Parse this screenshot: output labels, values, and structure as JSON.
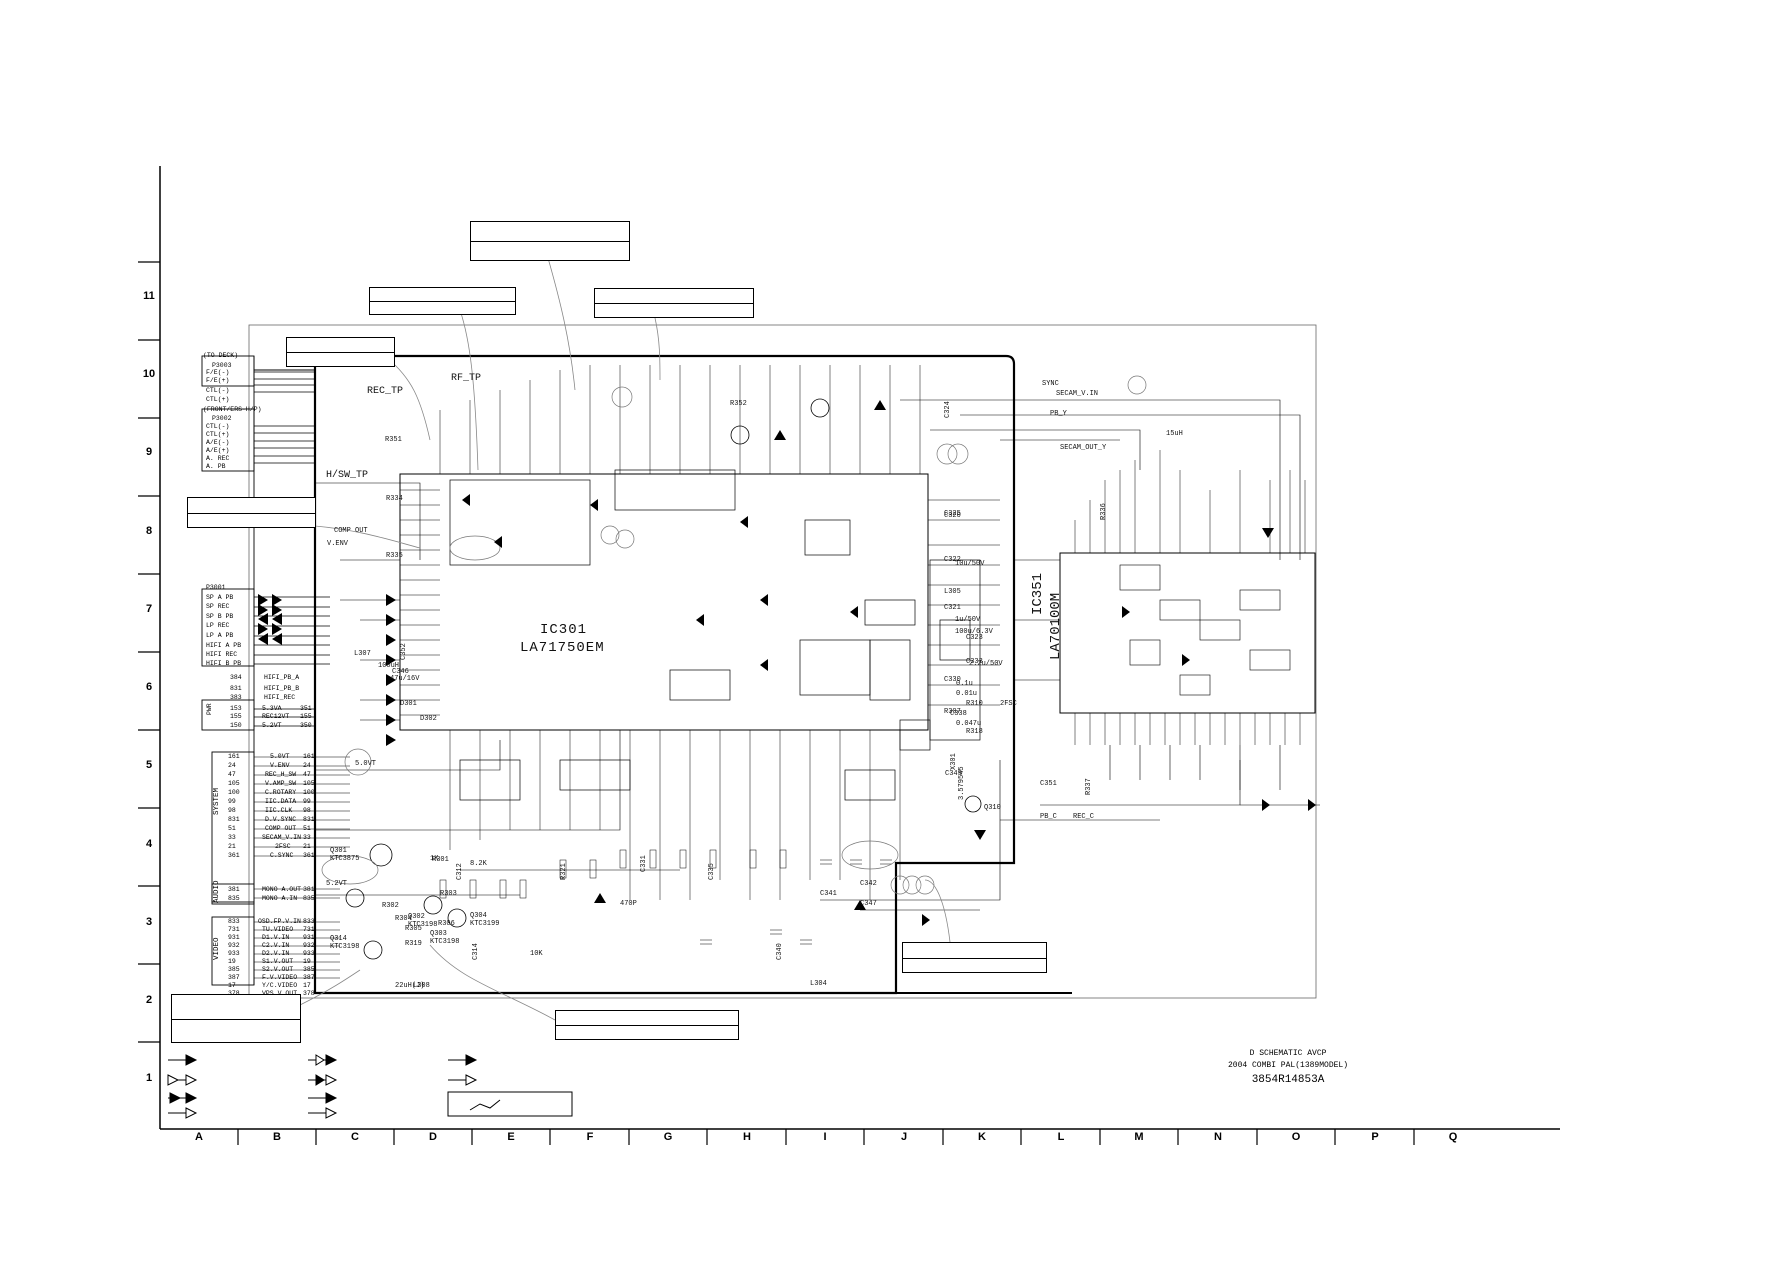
{
  "grid": {
    "rows": [
      "11",
      "10",
      "9",
      "8",
      "7",
      "6",
      "5",
      "4",
      "3",
      "2",
      "1"
    ],
    "columns": [
      "A",
      "B",
      "C",
      "D",
      "E",
      "F",
      "G",
      "H",
      "I",
      "J",
      "K",
      "L",
      "M",
      "N",
      "O",
      "P",
      "Q"
    ]
  },
  "ics": {
    "main_ref": "IC301",
    "main_part": "LA71750EM",
    "secam_ref": "IC351",
    "secam_part": "LA70100M"
  },
  "test_points": [
    "REC_TP",
    "RF_TP",
    "H/SW_TP"
  ],
  "connectors": {
    "p3003": {
      "header": "(TO DECK)",
      "ref": "P3003",
      "pins": [
        "F/E(-)",
        "F/E(+)",
        "CTL(-)",
        "CTL(+)"
      ]
    },
    "p3002": {
      "header": "(FRONT/ERS-H/P)",
      "ref": "P3002",
      "pins": [
        "CTL(-)",
        "CTL(+)",
        "A/E(-)",
        "A/E(+)",
        "A. REC",
        "A. PB"
      ]
    },
    "p3001": {
      "ref": "P3001",
      "pins": [
        "SP A PB",
        "SP REC",
        "SP B PB",
        "LP REC",
        "LP A PB",
        "HIFI A PB",
        "HIFI REC",
        "HIFI B PB"
      ]
    },
    "pwr": {
      "group": "PWR",
      "rows": [
        {
          "num": "384",
          "label": "HIFI_PB_A"
        },
        {
          "num": "831",
          "label": "HIFI_PB_B"
        },
        {
          "num": "383",
          "label": "HIFI_REC"
        },
        {
          "num": "153",
          "label": "5.3VA",
          "pin": "351"
        },
        {
          "num": "155",
          "label": "REC12VT",
          "pin": "155"
        },
        {
          "num": "150",
          "label": "5.2VT",
          "pin": "350"
        }
      ]
    },
    "system": {
      "group": "SYSTEM",
      "rows": [
        {
          "num": "161",
          "label": "5.0VT",
          "pin": "161"
        },
        {
          "num": "24",
          "label": "V.ENV",
          "pin": "24"
        },
        {
          "num": "47",
          "label": "REC_H_SW",
          "pin": "47"
        },
        {
          "num": "105",
          "label": "V.AMP_SW",
          "pin": "105"
        },
        {
          "num": "100",
          "label": "C.ROTARY",
          "pin": "100"
        },
        {
          "num": "99",
          "label": "IIC.DATA",
          "pin": "99"
        },
        {
          "num": "98",
          "label": "IIC.CLK",
          "pin": "98"
        },
        {
          "num": "831",
          "label": "D.V.SYNC",
          "pin": "831"
        },
        {
          "num": "51",
          "label": "COMP OUT",
          "pin": "51"
        },
        {
          "num": "33",
          "label": "SECAM_V.IN",
          "pin": "33"
        },
        {
          "num": "21",
          "label": "2FSC",
          "pin": "21"
        },
        {
          "num": "361",
          "label": "C.SYNC",
          "pin": "361"
        }
      ]
    },
    "audio": {
      "group": "AUDIO",
      "rows": [
        {
          "num": "381",
          "label": "MONO A.OUT",
          "pin": "381"
        },
        {
          "num": "835",
          "label": "MONO A.IN",
          "pin": "835"
        }
      ]
    },
    "video": {
      "group": "VIDEO",
      "rows": [
        {
          "num": "833",
          "label": "OSD.FP.V.IN",
          "pin": "833"
        },
        {
          "num": "731",
          "label": "TU.VIDEO",
          "pin": "731"
        },
        {
          "num": "931",
          "label": "D1.V.IN",
          "pin": "931"
        },
        {
          "num": "932",
          "label": "C2.V.IN",
          "pin": "932"
        },
        {
          "num": "933",
          "label": "D2.V.IN",
          "pin": "933"
        },
        {
          "num": "19",
          "label": "S1.V.OUT",
          "pin": "19"
        },
        {
          "num": "385",
          "label": "S2.V.OUT",
          "pin": "385"
        },
        {
          "num": "387",
          "label": "F.V.VIDEO",
          "pin": "387"
        },
        {
          "num": "17",
          "label": "Y/C.VIDEO",
          "pin": "17"
        },
        {
          "num": "378",
          "label": "VPS.V.OUT",
          "pin": "378"
        }
      ]
    }
  },
  "components": {
    "transistors": [
      {
        "ref": "Q301",
        "part": "KTC3875"
      },
      {
        "ref": "Q302",
        "part": "KTC3198"
      },
      {
        "ref": "Q303",
        "part": "KTC3198"
      },
      {
        "ref": "Q304",
        "part": "KTC3199"
      },
      {
        "ref": "Q310",
        "part": ""
      },
      {
        "ref": "Q314",
        "part": "KTC3198"
      }
    ],
    "crystal": {
      "ref": "X301",
      "value": "3.579545"
    },
    "labels": [
      "C312",
      "C314",
      "C320",
      "C321",
      "C322",
      "C323",
      "C324",
      "C325",
      "C330",
      "C331",
      "C333",
      "C335",
      "C338",
      "C340",
      "C341",
      "C342",
      "C343",
      "C346",
      "C347",
      "C351",
      "C352",
      "L304",
      "L305",
      "L307",
      "L308",
      "R301",
      "R302",
      "R303",
      "R304",
      "R305",
      "R306",
      "R307",
      "R310",
      "R318",
      "R319",
      "R321",
      "R334",
      "R335",
      "R336",
      "R337",
      "R351",
      "R352",
      "D301",
      "D302"
    ],
    "values": [
      "47u/16V",
      "10u/50V",
      "1u/50V",
      "0.01u",
      "0.1u",
      "0.047u",
      "2.2u/50V",
      "100u/6.3V",
      "470P",
      "10K",
      "1K",
      "8.2K",
      "100uH",
      "15uH",
      "22uH(J)"
    ],
    "nets": [
      "5.2VT",
      "5.0VT",
      "V.ENV",
      "COMP OUT",
      "2FSC",
      "REC_C",
      "PB_C",
      "SECAM_V.IN",
      "SYNC",
      "PB_Y",
      "SECAM_OUT_Y"
    ]
  },
  "title_block": {
    "line1": "D SCHEMATIC AVCP",
    "line2": "2004 COMBI PAL(1389MODEL)",
    "drawing_no": "3854R14853A"
  }
}
